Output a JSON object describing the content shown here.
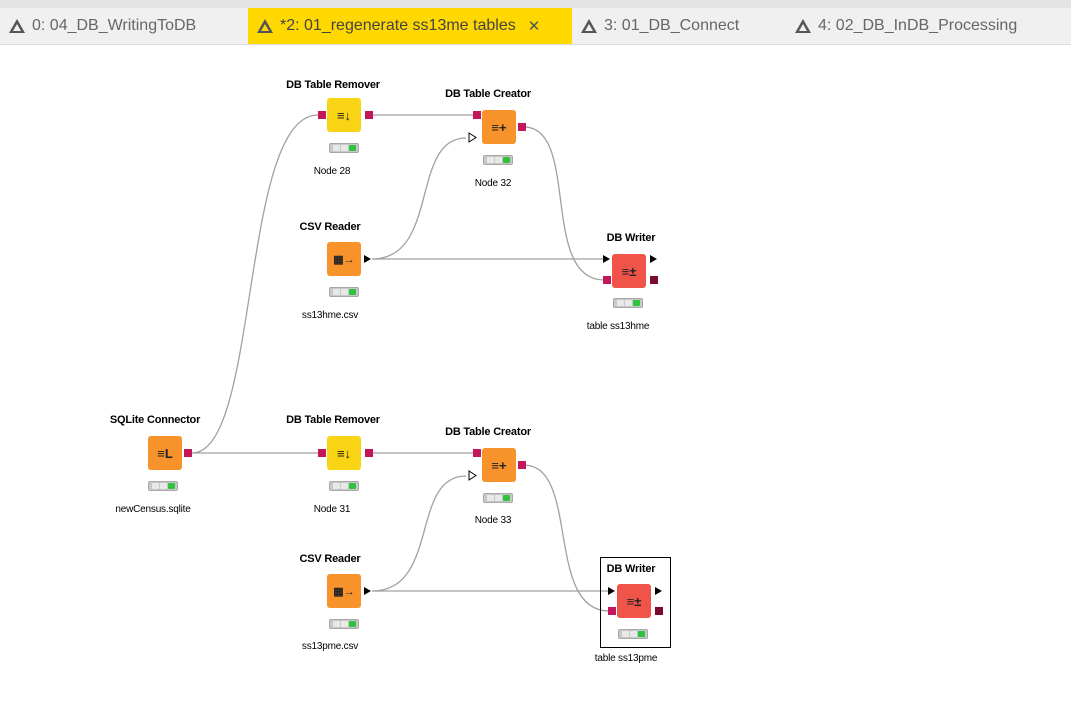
{
  "tabs": [
    {
      "label": "0: 04_DB_WritingToDB",
      "active": false
    },
    {
      "label": "*2: 01_regenerate ss13me tables",
      "active": true
    },
    {
      "label": "3: 01_DB_Connect",
      "active": false
    },
    {
      "label": "4: 02_DB_InDB_Processing",
      "active": false
    }
  ],
  "tab_close_glyph": "✕",
  "nodes": {
    "remover1": {
      "title": "DB Table Remover",
      "name": "Node 28",
      "icon_text": "≡↓",
      "color": "#f9d414"
    },
    "creator1": {
      "title": "DB Table Creator",
      "name": "Node 32",
      "icon_text": "≡+",
      "color": "#f7932a"
    },
    "csv1": {
      "title": "CSV Reader",
      "name": "ss13hme.csv",
      "icon_text": "▦→",
      "color": "#f7932a"
    },
    "writer1": {
      "title": "DB Writer",
      "name": "table ss13hme",
      "icon_text": "≡±",
      "color": "#f05449"
    },
    "sqlite": {
      "title": "SQLite Connector",
      "name": "newCensus.sqlite",
      "icon_text": "≡L",
      "color": "#f7932a"
    },
    "remover2": {
      "title": "DB Table Remover",
      "name": "Node 31",
      "icon_text": "≡↓",
      "color": "#f9d414"
    },
    "creator2": {
      "title": "DB Table Creator",
      "name": "Node 33",
      "icon_text": "≡+",
      "color": "#f7932a"
    },
    "csv2": {
      "title": "CSV Reader",
      "name": "ss13pme.csv",
      "icon_text": "▦→",
      "color": "#f7932a"
    },
    "writer2": {
      "title": "DB Writer",
      "name": "table ss13pme",
      "icon_text": "≡±",
      "color": "#f05449"
    }
  },
  "colors": {
    "active_tab": "#ffd800",
    "db_port": "#c4175b",
    "db_port_dark": "#7a0a2e",
    "wire": "#a0a0a0",
    "status_ok": "#2fc23c"
  }
}
